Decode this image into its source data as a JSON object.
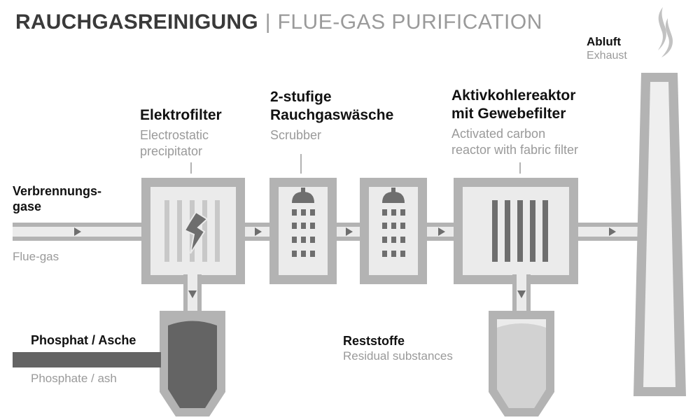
{
  "title": {
    "de": "RAUCHGASREINIGUNG",
    "separator": "|",
    "en": "FLUE-GAS PURIFICATION"
  },
  "exhaust": {
    "de": "Abluft",
    "en": "Exhaust"
  },
  "inlet": {
    "de_line1": "Verbrennungs-",
    "de_line2": "gase",
    "en": "Flue-gas"
  },
  "electrofilter": {
    "de": "Elektrofilter",
    "en_line1": "Electrostatic",
    "en_line2": "precipitator"
  },
  "scrubber": {
    "de_line1": "2-stufige",
    "de_line2": "Rauchgaswäsche",
    "en": "Scrubber"
  },
  "carbon_reactor": {
    "de_line1": "Aktivkohlereaktor",
    "de_line2": "mit Gewebefilter",
    "en_line1": "Activated carbon",
    "en_line2": "reactor with fabric filter"
  },
  "phosphate": {
    "de": "Phosphat / Asche",
    "en": "Phosphate / ash"
  },
  "residuals": {
    "de": "Reststoffe",
    "en": "Residual substances"
  },
  "colors": {
    "outer": "#b3b3b3",
    "inner": "#ebebeb",
    "element": "#c8c8c8",
    "dark": "#6e6e6e",
    "ash": "#646464",
    "residue": "#d2d2d2",
    "stack_inner": "#efefef"
  },
  "icons": [
    "lightning-bolt-icon",
    "nozzle-icon",
    "smoke-plume-icon",
    "flow-arrow-icon"
  ]
}
